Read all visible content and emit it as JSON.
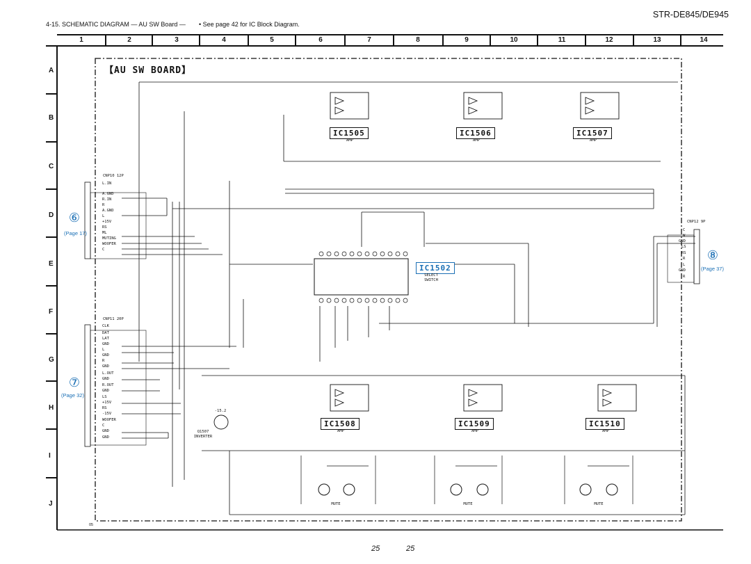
{
  "header": {
    "section_title": "4-15. SCHEMATIC DIAGRAM — AU SW Board —",
    "note": "• See page 42 for IC Block Diagram.",
    "model": "STR-DE845/DE945"
  },
  "grid": {
    "columns": [
      "1",
      "2",
      "3",
      "4",
      "5",
      "6",
      "7",
      "8",
      "9",
      "10",
      "11",
      "12",
      "13",
      "14"
    ],
    "rows": [
      "A",
      "B",
      "C",
      "D",
      "E",
      "F",
      "G",
      "H",
      "I",
      "J"
    ]
  },
  "board_title": "【AU SW BOARD】",
  "ics": [
    {
      "ref": "IC1505",
      "function": "AMP"
    },
    {
      "ref": "IC1506",
      "function": "AMP"
    },
    {
      "ref": "IC1507",
      "function": "AMP"
    },
    {
      "ref": "IC1502",
      "function": "SELECT SWITCH"
    },
    {
      "ref": "IC1508",
      "function": "AMP"
    },
    {
      "ref": "IC1509",
      "function": "AMP"
    },
    {
      "ref": "IC1510",
      "function": "AMP"
    }
  ],
  "connectors": {
    "cn1": {
      "mark": "⑥",
      "page": "(Page 17)",
      "name": "CNP10 12P"
    },
    "cn2": {
      "mark": "⑦",
      "page": "(Page 32)",
      "name": "CNP11 20P"
    },
    "cn3": {
      "mark": "⑧",
      "page": "(Page 37)",
      "name": "CNP12 9P"
    },
    "cn1_pins": [
      "L.IN",
      "A.GND",
      "R.IN",
      "R",
      "A.GND",
      "L",
      "+15V",
      "RS",
      "ML",
      "MUTING",
      "WOOFER",
      "C"
    ],
    "cn2_pins": [
      "CLK",
      "DAT",
      "LAT",
      "GND",
      "L",
      "GND",
      "R",
      "GND",
      "L.OUT",
      "GND",
      "R.OUT",
      "GND",
      "LS",
      "+15V",
      "RS",
      "-15V",
      "WOOFER",
      "C",
      "GND",
      "GND"
    ],
    "cn3_pins": [
      "C",
      "W",
      "GND",
      "LS",
      "RS",
      "R",
      "L",
      "GND",
      "R"
    ]
  },
  "misc": {
    "inverter": "Q1507 INVERTER",
    "mute": "MUTE",
    "voltage_pos": "-15.2",
    "code": "05"
  },
  "page_numbers": [
    "25",
    "25"
  ]
}
